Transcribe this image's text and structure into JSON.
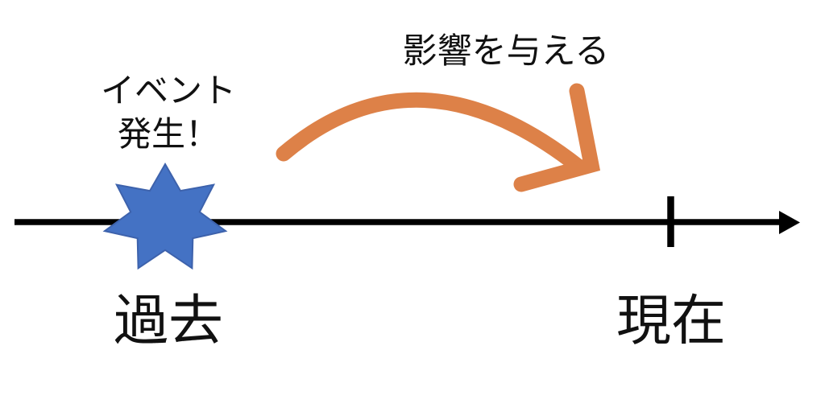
{
  "diagram": {
    "title_hint": "timeline cause-effect diagram",
    "event_label": {
      "line1": "イベント",
      "line2": "発生！"
    },
    "influence_label": "影響を与える",
    "past_label": "過去",
    "present_label": "現在"
  },
  "colors": {
    "star_fill": "#4472C4",
    "star_stroke": "#3D62AC",
    "influence_orange": "#DD8148",
    "axis_black": "#000000",
    "text_black": "#111111"
  }
}
